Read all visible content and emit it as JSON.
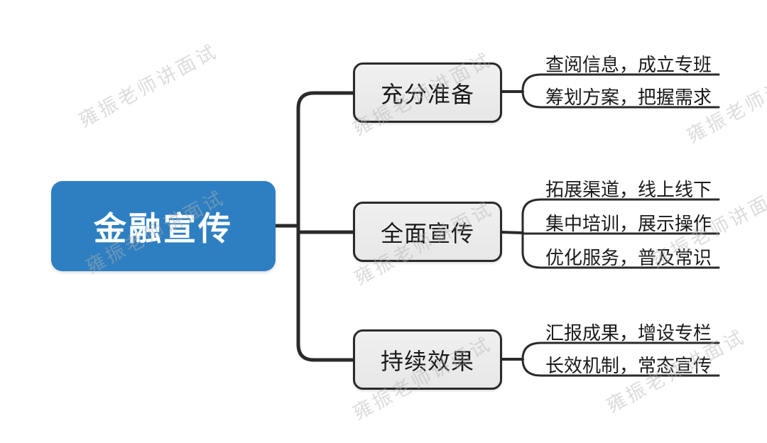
{
  "diagram": {
    "type": "mindmap",
    "root": {
      "label": "金融宣传"
    },
    "branches": [
      {
        "label": "充分准备",
        "leaves": [
          {
            "label": "查阅信息，成立专班"
          },
          {
            "label": "筹划方案，把握需求"
          }
        ]
      },
      {
        "label": "全面宣传",
        "leaves": [
          {
            "label": "拓展渠道，线上线下"
          },
          {
            "label": "集中培训，展示操作"
          },
          {
            "label": "优化服务，普及常识"
          }
        ]
      },
      {
        "label": "持续效果",
        "leaves": [
          {
            "label": "汇报成果，增设专栏"
          },
          {
            "label": "长效机制，常态宣传"
          }
        ]
      }
    ],
    "watermark": {
      "text": "雍振老师讲面试"
    },
    "colors": {
      "root_bg": "#2E7FC1",
      "root_text": "#FFFFFF",
      "branch_bg": "#ECECEC",
      "branch_border": "#2A2A2A",
      "line": "#2A2A2A",
      "text": "#1A1A1A",
      "watermark": "#DCDCDC",
      "background": "#FFFFFF"
    }
  }
}
